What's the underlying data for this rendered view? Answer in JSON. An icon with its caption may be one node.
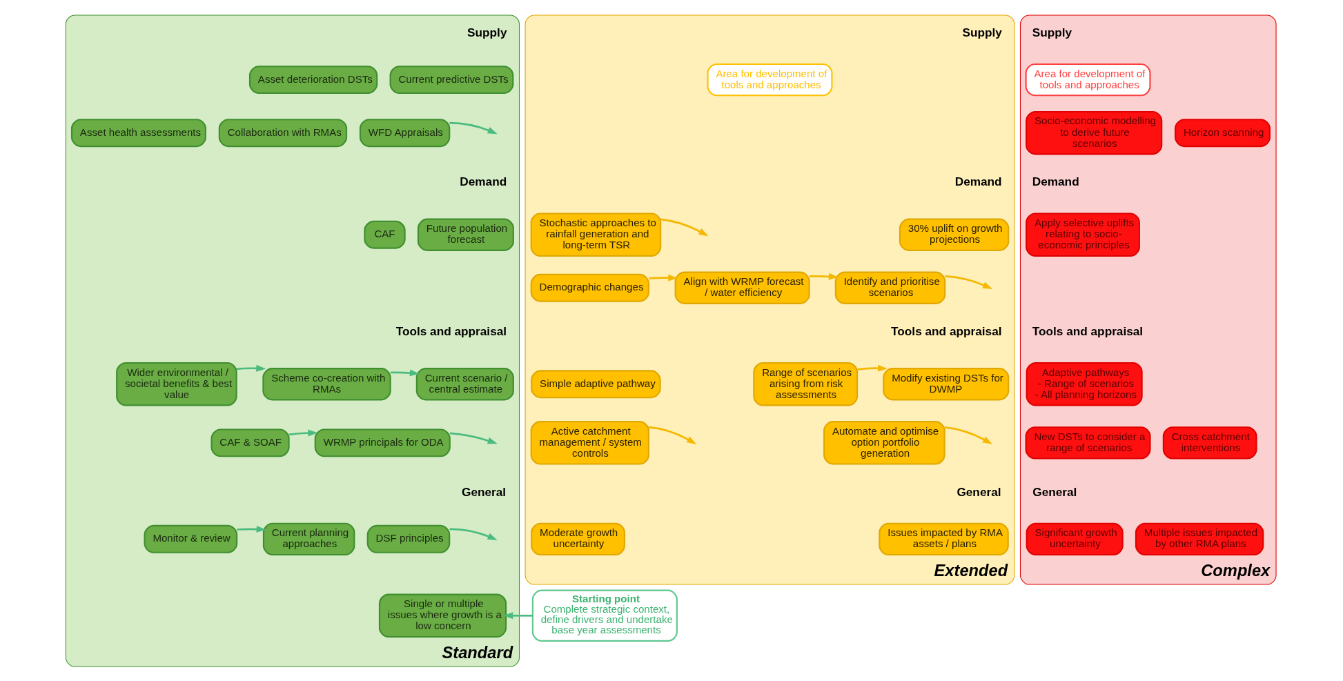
{
  "diagram": {
    "nodes": [
      {
        "text": [
          "Standard"
        ]
      },
      {
        "text": [
          "Extended"
        ]
      },
      {
        "text": [
          "Complex"
        ]
      },
      {
        "text": [
          "Asset deterioration DSTs"
        ],
        "in": 0
      },
      {
        "text": [
          "Current predictive DSTs"
        ],
        "in": 0
      },
      {
        "text": [
          "Asset health assessments"
        ],
        "in": 0
      },
      {
        "text": [
          "Collaboration with RMAs"
        ],
        "in": 0
      },
      {
        "text": [
          "WFD Appraisals"
        ],
        "in": 0
      },
      {
        "text": [
          "CAF"
        ],
        "in": 0
      },
      {
        "text": [
          "Future population forecast"
        ],
        "in": 0
      },
      {
        "text": [
          "Wider environmental / societal benefits & best value"
        ],
        "in": 0
      },
      {
        "text": [
          "Scheme co-creation with RMAs"
        ],
        "in": 0
      },
      {
        "text": [
          "Current scenario / central estimate"
        ],
        "in": 0
      },
      {
        "text": [
          "CAF & SOAF"
        ],
        "in": 0
      },
      {
        "text": [
          "WRMP principals for ODA"
        ],
        "in": 0
      },
      {
        "text": [
          "Monitor & review"
        ],
        "in": 0
      },
      {
        "text": [
          "Current planning approaches"
        ],
        "in": 0
      },
      {
        "text": [
          "DSF principles"
        ],
        "in": 0
      },
      {
        "text": [
          "Single or multiple issues where growth is a low concern"
        ],
        "in": 0
      },
      {
        "text": [
          "Starting point",
          "Complete strategic context, define drivers and undertake base year assessments"
        ]
      },
      {
        "text": [
          "Area for development of tools and approaches"
        ],
        "in": 1
      },
      {
        "text": [
          "Stochastic approaches to rainfall generation and long-term TSR"
        ],
        "in": 1
      },
      {
        "text": [
          "30% uplift on growth projections"
        ],
        "in": 1
      },
      {
        "text": [
          "Demographic changes"
        ],
        "in": 1
      },
      {
        "text": [
          "Align with WRMP forecast / water efficiency"
        ],
        "in": 1
      },
      {
        "text": [
          "Identify and prioritise scenarios"
        ],
        "in": 1
      },
      {
        "text": [
          "Simple adaptive pathway"
        ],
        "in": 1
      },
      {
        "text": [
          "Range of scenarios arising from risk assessments"
        ],
        "in": 1
      },
      {
        "text": [
          "Modify existing DSTs for DWMP"
        ],
        "in": 1
      },
      {
        "text": [
          "Active catchment management / system controls"
        ],
        "in": 1
      },
      {
        "text": [
          "Automate and optimise option portfolio generation"
        ],
        "in": 1
      },
      {
        "text": [
          "Moderate growth uncertainty"
        ],
        "in": 1
      },
      {
        "text": [
          "Issues impacted by RMA assets / plans"
        ],
        "in": 1
      },
      {
        "text": [
          "Area for development of tools and approaches"
        ],
        "in": 2
      },
      {
        "text": [
          "Socio-economic modelling to derive future scenarios"
        ],
        "in": 2
      },
      {
        "text": [
          "Horizon scanning"
        ],
        "in": 2
      },
      {
        "text": [
          "Apply selective uplifts relating to socio-economic principles"
        ],
        "in": 2
      },
      {
        "text": [
          "Adaptive pathways",
          "- Range of scenarios",
          "- All planning horizons"
        ],
        "in": 2
      },
      {
        "text": [
          "New DSTs to consider a range of scenarios"
        ],
        "in": 2
      },
      {
        "text": [
          "Cross catchment interventions"
        ],
        "in": 2
      },
      {
        "text": [
          "Significant growth uncertainty"
        ],
        "in": 2
      },
      {
        "text": [
          "Multiple issues impacted by other RMA plans"
        ],
        "in": 2
      }
    ],
    "edges": [
      {
        "from": 7,
        "to": null,
        "arrow": "to"
      },
      {
        "from": 10,
        "to": 11,
        "arrow": "to"
      },
      {
        "from": 11,
        "to": 12,
        "arrow": "to"
      },
      {
        "from": 13,
        "to": 14,
        "arrow": "to"
      },
      {
        "from": 14,
        "to": null,
        "arrow": "to"
      },
      {
        "from": 15,
        "to": 16,
        "arrow": "to"
      },
      {
        "from": 17,
        "to": null,
        "arrow": "to"
      },
      {
        "from": 19,
        "to": 18,
        "arrow": "to"
      },
      {
        "from": 21,
        "to": null,
        "arrow": "to",
        "color": "#f5b800"
      },
      {
        "from": 23,
        "to": 24,
        "arrow": "to",
        "color": "#f5b800"
      },
      {
        "from": 24,
        "to": 25,
        "arrow": "to",
        "color": "#f5b800"
      },
      {
        "from": 25,
        "to": null,
        "arrow": "to",
        "color": "#f5b800"
      },
      {
        "from": 27,
        "to": 28,
        "arrow": "to",
        "color": "#f5b800"
      },
      {
        "from": 29,
        "to": null,
        "arrow": "to",
        "color": "#f5b800"
      },
      {
        "from": 30,
        "to": null,
        "arrow": "to",
        "color": "#f5b800"
      }
    ],
    "labels": [
      "Supply",
      "Demand",
      "Tools and appraisal",
      "General",
      "Supply",
      "Demand",
      "Tools and appraisal",
      "General",
      "Supply",
      "Demand",
      "Tools and appraisal",
      "General"
    ]
  }
}
